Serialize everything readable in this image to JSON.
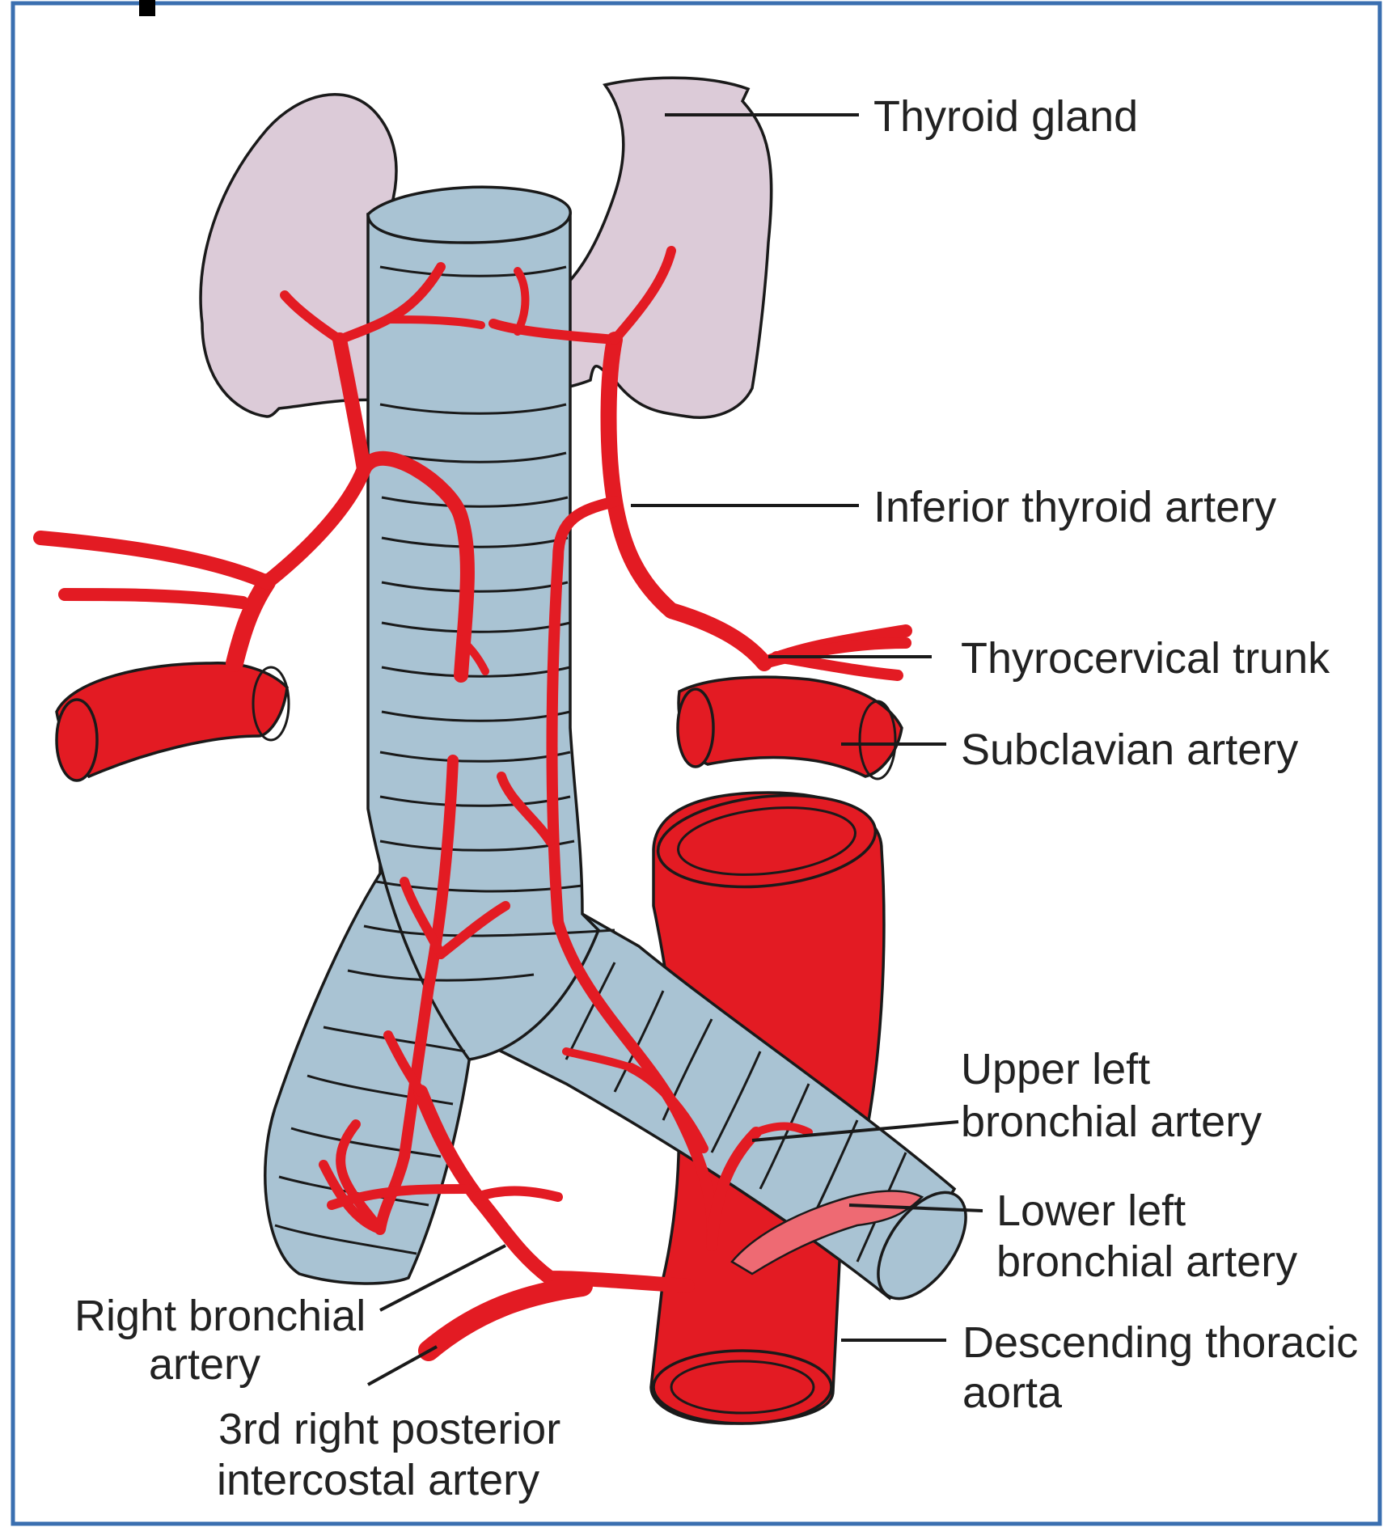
{
  "labels": {
    "thyroid_gland": "Thyroid gland",
    "inferior_thyroid_artery": "Inferior thyroid artery",
    "thyrocervical_trunk": "Thyrocervical trunk",
    "subclavian_artery": "Subclavian artery",
    "upper_left_bronchial_1": "Upper left",
    "upper_left_bronchial_2": "bronchial artery",
    "lower_left_bronchial_1": "Lower left",
    "lower_left_bronchial_2": "bronchial artery",
    "descending_aorta_1": "Descending thoracic",
    "descending_aorta_2": "aorta",
    "right_bronchial_1": "Right bronchial",
    "right_bronchial_2": "artery",
    "intercostal_1": "3rd right posterior",
    "intercostal_2": "intercostal artery"
  },
  "colors": {
    "thyroid": "#dccbd8",
    "trachea": "#a9c3d3",
    "artery": "#e31b23",
    "lower_bronchial_artery": "#ee6a73",
    "frame_border": "#3a6fb0",
    "outline": "#1a1a1a"
  }
}
